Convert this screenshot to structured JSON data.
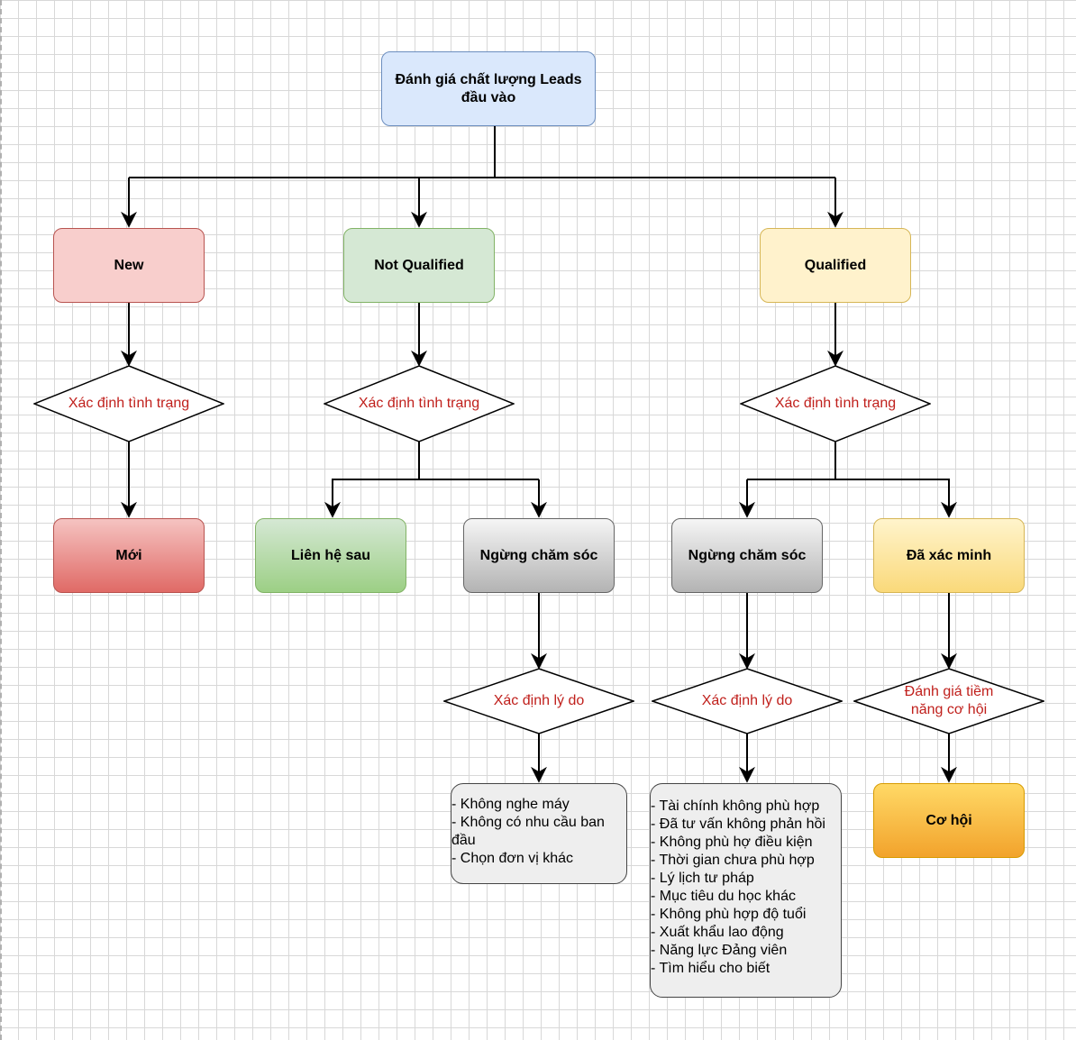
{
  "root": {
    "label": "Đánh giá chất lượng Leads đầu vào"
  },
  "branches": {
    "new": {
      "label": "New",
      "decision": "Xác định tình trạng",
      "result": "Mới"
    },
    "not_qualified": {
      "label": "Not Qualified",
      "decision": "Xác định tình trạng",
      "results": {
        "contact_later": "Liên hệ sau",
        "stop_care": "Ngừng chăm sóc"
      },
      "reason_decision": "Xác định lý do",
      "reasons": [
        "- Không nghe máy",
        "- Không có nhu cầu ban đầu",
        "- Chọn đơn vị khác"
      ]
    },
    "qualified": {
      "label": "Qualified",
      "decision": "Xác định tình trạng",
      "results": {
        "stop_care": "Ngừng chăm sóc",
        "verified": "Đã xác minh"
      },
      "reason_decision": "Xác định lý do",
      "reasons": [
        "- Tài chính không phù hợp",
        "- Đã tư vấn không phản hồi",
        "- Không phù hợ điều kiện",
        "- Thời gian chưa phù hợp",
        "- Lý lịch tư pháp",
        "- Mục tiêu du học khác",
        "- Không phù hợp độ tuổi",
        "- Xuất khẩu lao động",
        "- Năng lực Đảng viên",
        "- Tìm hiểu cho biết"
      ],
      "potential_decision": "Đánh giá tiềm năng cơ hội",
      "opportunity": "Cơ hội"
    }
  },
  "colors": {
    "root_fill": "#dae8fc",
    "new_fill": "#f8cecc",
    "not_qualified_fill": "#d5e8d4",
    "qualified_fill": "#fff2cc",
    "decision_text": "#c0201c",
    "opportunity_fill": "#f2a32c"
  }
}
